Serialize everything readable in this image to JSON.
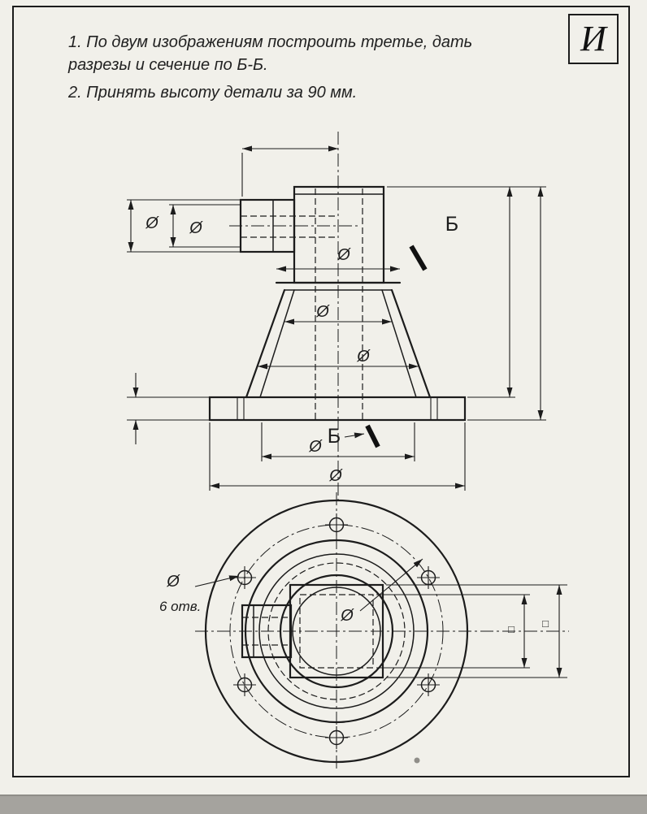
{
  "page": {
    "background": "#f1f0ea",
    "ink": "#1c1c1c"
  },
  "title_block": {
    "letter": "И"
  },
  "instructions": {
    "line1": "1. По двум изображениям построить третье, дать",
    "line2": "разрезы и сечение по Б-Б.",
    "line3": "2. Принять высоту детали за 90 мм."
  },
  "labels": {
    "diameter_sign": "Ø",
    "section_letter": "Б",
    "holes_note": "6 отв.",
    "square_sign": "□"
  }
}
